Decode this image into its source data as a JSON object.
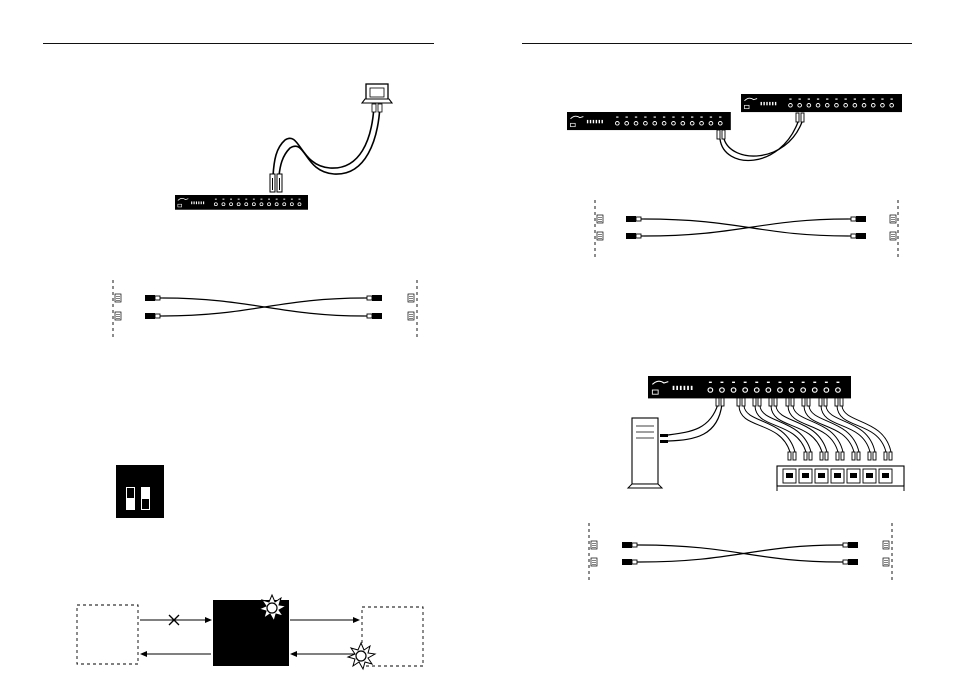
{
  "document": {
    "pages": [
      {
        "id": "left-page",
        "figures": [
          "laptop-to-switch-connection",
          "crossover-cable-diagram",
          "dip-switch-illustration",
          "loop-detection-diagram"
        ]
      },
      {
        "id": "right-page",
        "figures": [
          "switch-cascade-connection",
          "crossover-cable-diagram",
          "workstation-to-switch-connection",
          "crossover-cable-diagram"
        ]
      }
    ]
  },
  "switch_panel": {
    "port_count": 12
  },
  "colors": {
    "ink": "#000000",
    "paper": "#ffffff"
  }
}
